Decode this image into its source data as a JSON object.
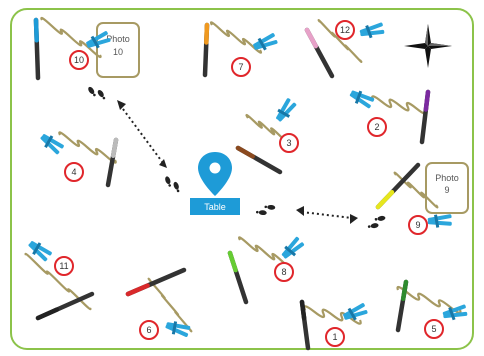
{
  "table_label": "Table",
  "photos": [
    {
      "line1": "Photo",
      "line2": "10"
    },
    {
      "line1": "Photo",
      "line2": "9"
    }
  ],
  "stations": [
    "1",
    "2",
    "3",
    "4",
    "5",
    "6",
    "7",
    "8",
    "9",
    "10",
    "11",
    "12"
  ],
  "colors": {
    "border": "#8cc34a",
    "marker": "#1e9bd7",
    "string": "#a79a63",
    "clip": "#2ba6dc",
    "badge": "#e0262b",
    "photo_frame": "#a79a63"
  },
  "icons": [
    "map-pin-icon",
    "compass-icon",
    "footprints-icon",
    "clothespin-icon",
    "pencil-icon"
  ]
}
